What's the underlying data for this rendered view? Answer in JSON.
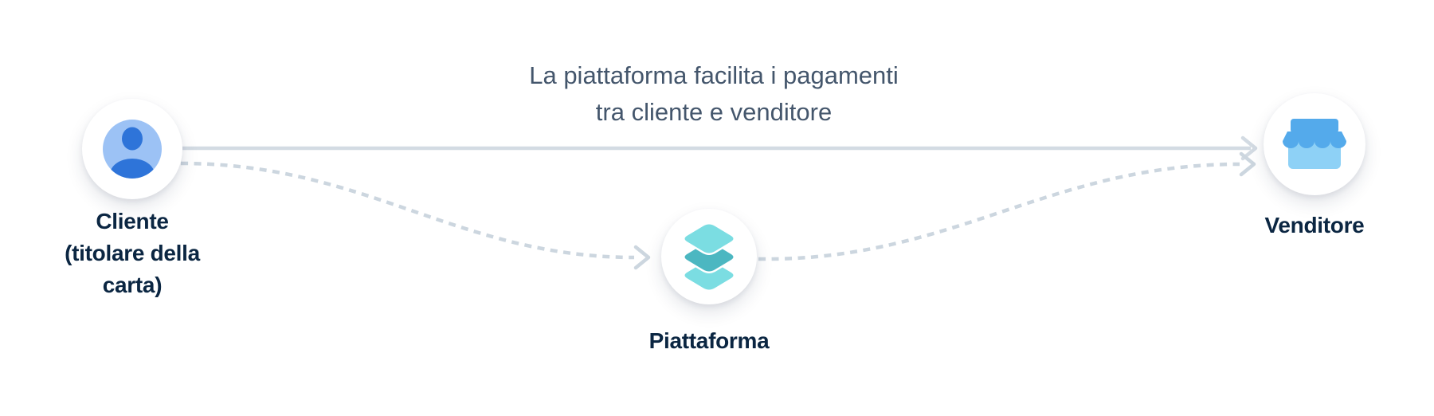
{
  "diagram": {
    "caption": {
      "lines": [
        "La piattaforma facilita i pagamenti",
        "tra cliente e venditore"
      ]
    },
    "nodes": {
      "customer": {
        "icon": "person-icon",
        "label": "Cliente (titolare della carta)",
        "label_lines": [
          "Cliente",
          "(titolare della",
          "carta)"
        ]
      },
      "platform": {
        "icon": "layers-icon",
        "label": "Piattaforma",
        "label_lines": [
          "Piattaforma"
        ]
      },
      "seller": {
        "icon": "storefront-icon",
        "label": "Venditore",
        "label_lines": [
          "Venditore"
        ]
      }
    },
    "connectors": [
      {
        "from": "customer",
        "to": "seller",
        "style": "solid-arrow"
      },
      {
        "from": "customer",
        "to": "platform",
        "style": "dashed-arrow"
      },
      {
        "from": "platform",
        "to": "seller",
        "style": "dashed-arrow"
      }
    ],
    "colors": {
      "background": "#ffffff",
      "label_navy": "#0b2642",
      "caption_slate": "#44566c",
      "solid_line": "#d3dbe3",
      "dashed_line": "#ccd6df",
      "person_bg_blue": "#9cc2f5",
      "person_fg_blue": "#2e74d9",
      "layers_light_teal": "#7bdde2",
      "layers_dark_teal": "#4cb7c1",
      "store_dark_blue": "#54aaeb",
      "store_light_blue": "#8ed1f6"
    }
  }
}
